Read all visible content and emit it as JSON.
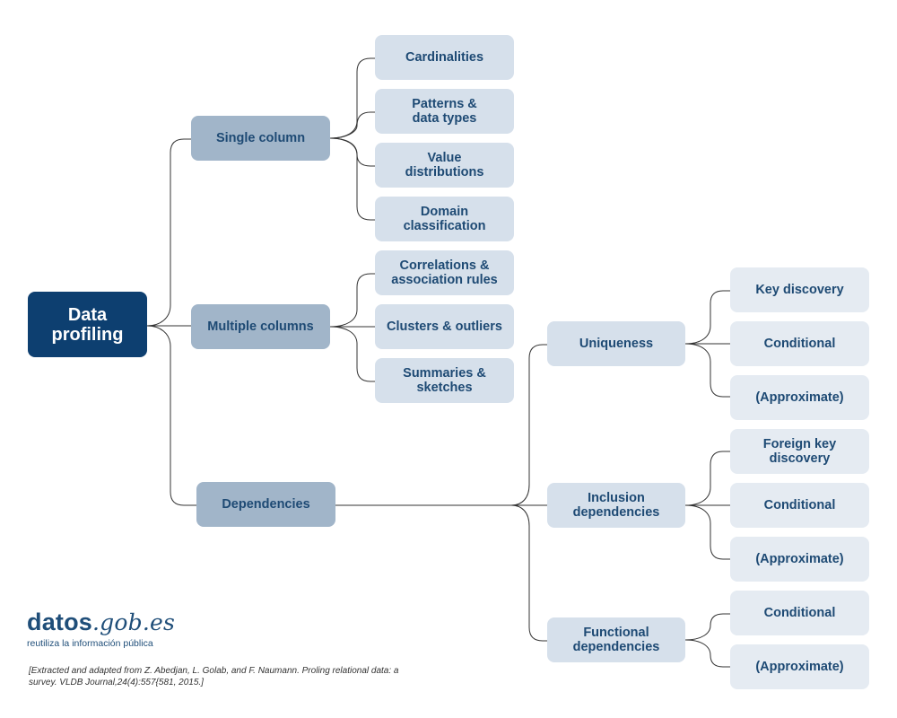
{
  "root": {
    "label": "Data\nprofiling"
  },
  "branches": {
    "single_column": {
      "label": "Single column",
      "children": [
        "Cardinalities",
        "Patterns &\ndata types",
        "Value\ndistributions",
        "Domain\nclassification"
      ]
    },
    "multiple_columns": {
      "label": "Multiple columns",
      "children": [
        "Correlations &\nassociation rules",
        "Clusters & outliers",
        "Summaries &\nsketches"
      ]
    },
    "dependencies": {
      "label": "Dependencies",
      "uniqueness": {
        "label": "Uniqueness",
        "children": [
          "Key discovery",
          "Conditional",
          "(Approximate)"
        ]
      },
      "inclusion": {
        "label": "Inclusion\ndependencies",
        "children": [
          "Foreign key\ndiscovery",
          "Conditional",
          "(Approximate)"
        ]
      },
      "functional": {
        "label": "Functional\ndependencies",
        "children": [
          "Conditional",
          "(Approximate)"
        ]
      }
    }
  },
  "logo": {
    "part1": "datos",
    "part2": ".gob.es",
    "tagline": "reutiliza la información pública"
  },
  "citation": "[Extracted and adapted from Z. Abedjan, L. Golab, and F. Naumann. Proling relational data: a survey. VLDB Journal,24(4):557{581, 2015.]",
  "colors": {
    "root": "#0d3f70",
    "level1": "#a1b5c9",
    "level2": "#d6e0eb",
    "level3": "#e5ebf2",
    "text": "#1f4e79",
    "line": "#333333"
  }
}
